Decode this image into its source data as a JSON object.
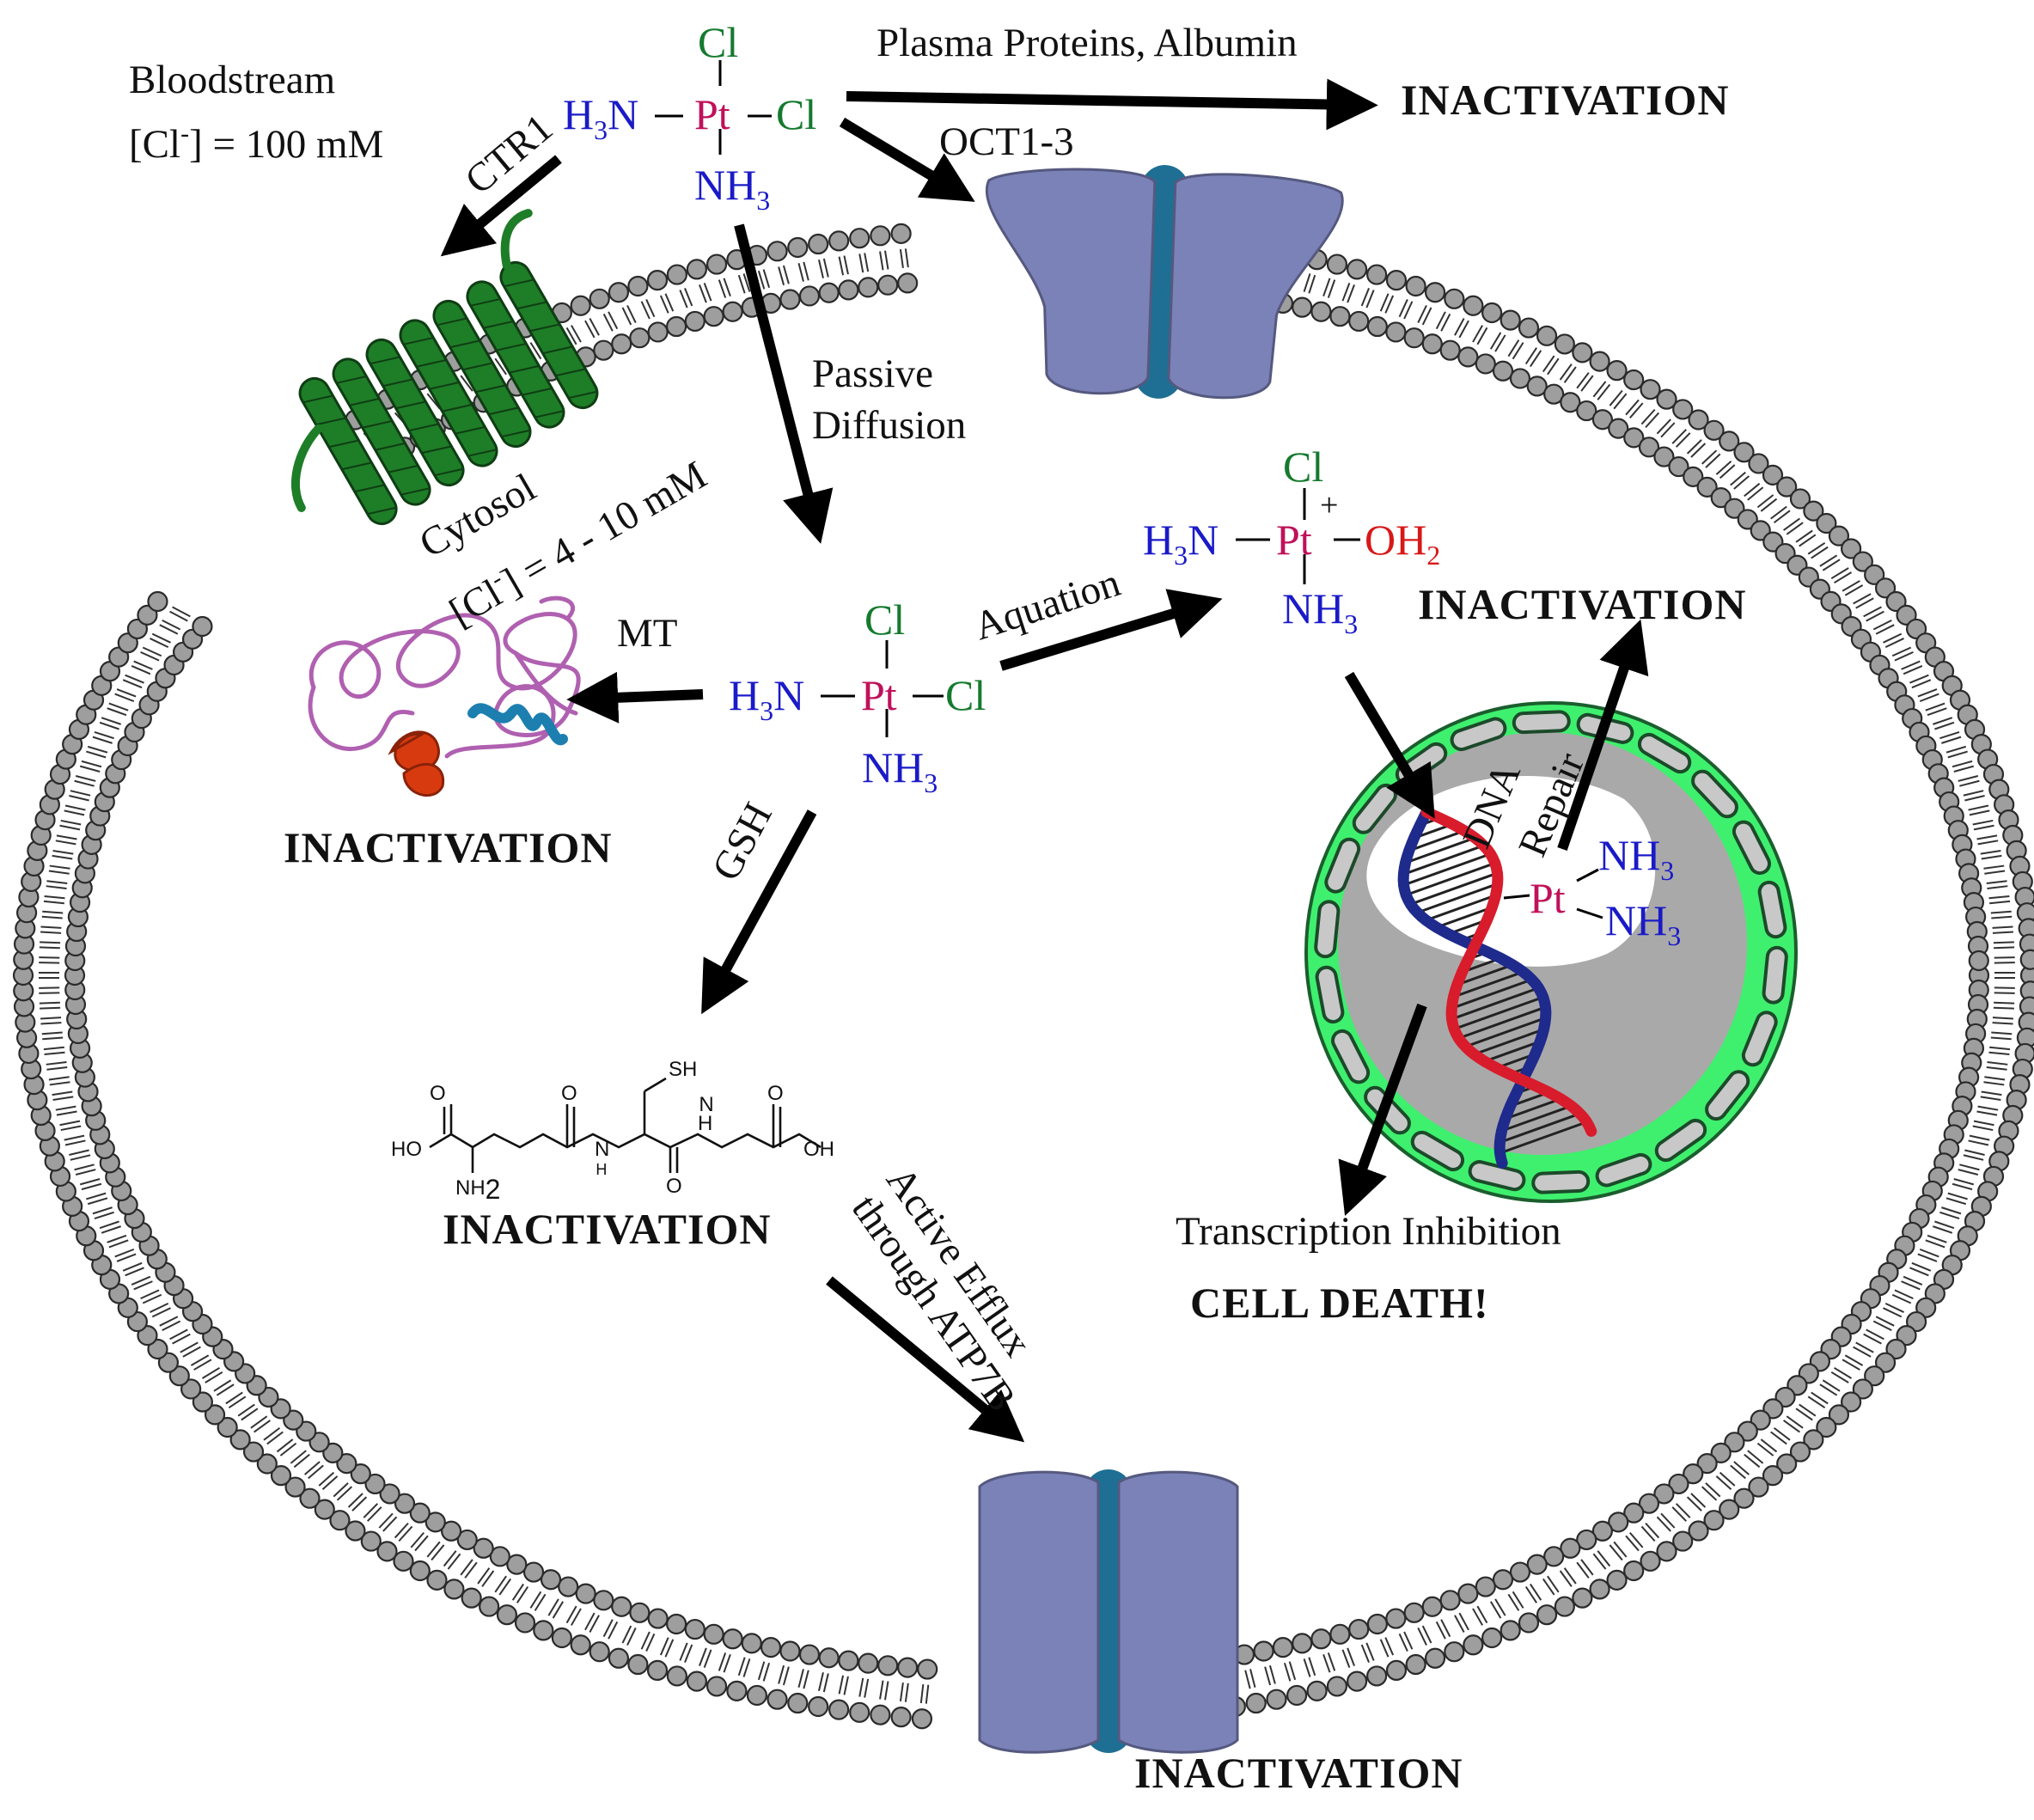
{
  "colors": {
    "pt": "#c0115a",
    "nitrogen": "#1a1ac8",
    "chlorine": "#157a2e",
    "oxygen": "#d81818",
    "cell_death": "#e01010",
    "membrane_head": "#9e9e9e",
    "ctr1": "#1e7d27",
    "channel_side": "#7b82b8",
    "channel_core": "#1e6f93",
    "nucleus_ring": "#3ff06e",
    "nucleus_gray": "#a9a9a9",
    "mt_coil": "#b060b0",
    "mt_helix_red": "#d83a10",
    "mt_helix_blue": "#1c7fb0",
    "dna_red": "#d81c2c",
    "dna_blue": "#1e2a8c"
  },
  "labels": {
    "bloodstream": "Bloodstream",
    "blood_cl_open": "[Cl",
    "blood_cl_sup": "-",
    "blood_cl_rest": "] = 100 mM",
    "plasma": "Plasma Proteins, Albumin",
    "inactivation": "INACTIVATION",
    "ctr1": "CTR1",
    "oct": "OCT1-3",
    "passive": "Passive",
    "diffusion": "Diffusion",
    "cytosol": "Cytosol",
    "cyto_cl_open": "[Cl",
    "cyto_cl_sup": "-",
    "cyto_cl_rest": "] = 4 - 10 mM",
    "mt": "MT",
    "aquation": "Aquation",
    "gsh": "GSH",
    "dna": "DNA",
    "repair": "Repair",
    "efflux_1": "Active Efflux",
    "efflux_2": "through ATP7B",
    "transcription": "Transcription Inhibition",
    "cell_death": "CELL DEATH!"
  },
  "chem": {
    "pt": "Pt",
    "cl": "Cl",
    "h3n_h": "H",
    "h3n_3": "3",
    "h3n_n": "N",
    "nh3_nh": "NH",
    "nh3_3": "3",
    "oh2_oh": "OH",
    "oh2_2": "2",
    "plus": "+",
    "gsh_sh": "SH",
    "gsh_ho": "HO",
    "gsh_oh": "OH",
    "gsh_nh2": "NH",
    "gsh_nh2_sub": "2",
    "gsh_h": "H",
    "gsh_n": "N",
    "gsh_o": "O"
  }
}
